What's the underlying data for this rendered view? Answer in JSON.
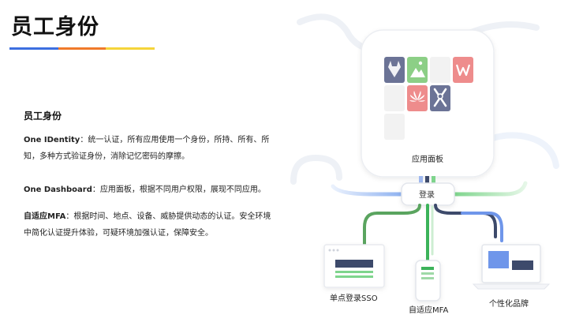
{
  "page": {
    "title": "员工身份"
  },
  "colors": {
    "blue": "#3d6fe0",
    "orange": "#f07a2a",
    "yellow": "#f5d43a",
    "green": "#3cb35a",
    "slate": "#3d4a6b"
  },
  "left": {
    "heading": "员工身份",
    "items": [
      {
        "term": "One IDentity",
        "text": "：统一认证，所有应用使用一个身份，所持、所有、所知，多种方式验证身份，消除记忆密码的摩擦。"
      },
      {
        "term": "One Dashboard",
        "text": "：应用面板，根据不同用户权限，展现不同应用。"
      },
      {
        "term": "自适应MFA",
        "text": "：根据时间、地点、设备、威胁提供动态的认证。安全环境中简化认证提升体验，可疑环境加强认证，保障安全。"
      }
    ]
  },
  "diagram": {
    "app_panel_label": "应用面板",
    "apps": [
      {
        "icon": "gitlab-icon",
        "color": "#6b7396"
      },
      {
        "icon": "image-icon",
        "color": "#8ccf86"
      },
      {
        "icon": "blank-icon",
        "color": "#f2f2f2"
      },
      {
        "icon": "wps-icon",
        "color": "#ee8c8c"
      },
      {
        "icon": "blank-icon",
        "color": "#f2f2f2"
      },
      {
        "icon": "huawei-icon",
        "color": "#ee8c8c"
      },
      {
        "icon": "jenkins-icon",
        "color": "#6b7396"
      },
      {
        "icon": "blank-icon",
        "color": "#f2f2f2"
      }
    ],
    "login_label": "登录",
    "sso_label": "单点登录SSO",
    "mfa_label": "自适应MFA",
    "brand_label": "个性化品牌"
  }
}
